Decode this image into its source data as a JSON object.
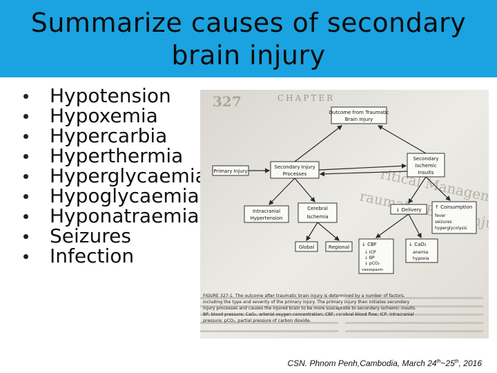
{
  "slide": {
    "title_line1": "Summarize causes of secondary",
    "title_line2": "brain injury",
    "bullets": [
      "Hypotension",
      "Hypoxemia",
      "Hypercarbia",
      "Hyperthermia",
      "Hyperglycaemia",
      "Hypoglycaemia",
      "Hyponatraemia",
      "Seizures",
      "Infection"
    ],
    "footer": {
      "prefix": "CSN. Phnom Penh,Cambodia, March 24",
      "sup1": "th",
      "mid": "~25",
      "sup2": "th",
      "suffix": ", 2016"
    }
  },
  "figure": {
    "chapter": "CHAPTER",
    "chapter_num": "327",
    "bg_heading_1": "ritical Management",
    "bg_heading_2": "raumatic Brain Injury",
    "boxes": {
      "outcome_1": "Outcome from Traumatic",
      "outcome_2": "Brain Injury",
      "primary": "Primary Injury",
      "secondary_1": "Secondary Injury",
      "secondary_2": "Processes",
      "ischemic_1": "Secondary",
      "ischemic_2": "Ischemic",
      "ischemic_3": "Insults",
      "intracranial_1": "Intracranial",
      "intracranial_2": "Hypertension",
      "cerebral_1": "Cerebral",
      "cerebral_2": "Ischemia",
      "delivery": "↓ Delivery",
      "consumption": "↑ Consumption",
      "consumption_items": [
        "fever",
        "seizures",
        "hyperglycolysis"
      ],
      "global": "Global",
      "regional": "Regional",
      "cbf": "↓ CBF",
      "cbf_items": [
        "↓ ICP",
        "↓ BP",
        "↓ pCO₂",
        "vasospasm"
      ],
      "cao2": "↓ CaO₂",
      "cao2_items": [
        "anemia",
        "hypoxia"
      ]
    },
    "caption": [
      "FIGURE 327-1.  The outcome after traumatic brain injury is determined by a number of factors.",
      "including the type and severity of the primary injury. The primary injury then initiates secondary",
      "injury processes and causes the injured brain to be more susceptible to secondary ischemic insults.",
      "BP, blood pressure; CaO₂, arterial oxygen concentration; CBF, cerebral blood flow; ICP, intracranial",
      "pressure; pCO₂, partial pressure of carbon dioxide."
    ]
  }
}
